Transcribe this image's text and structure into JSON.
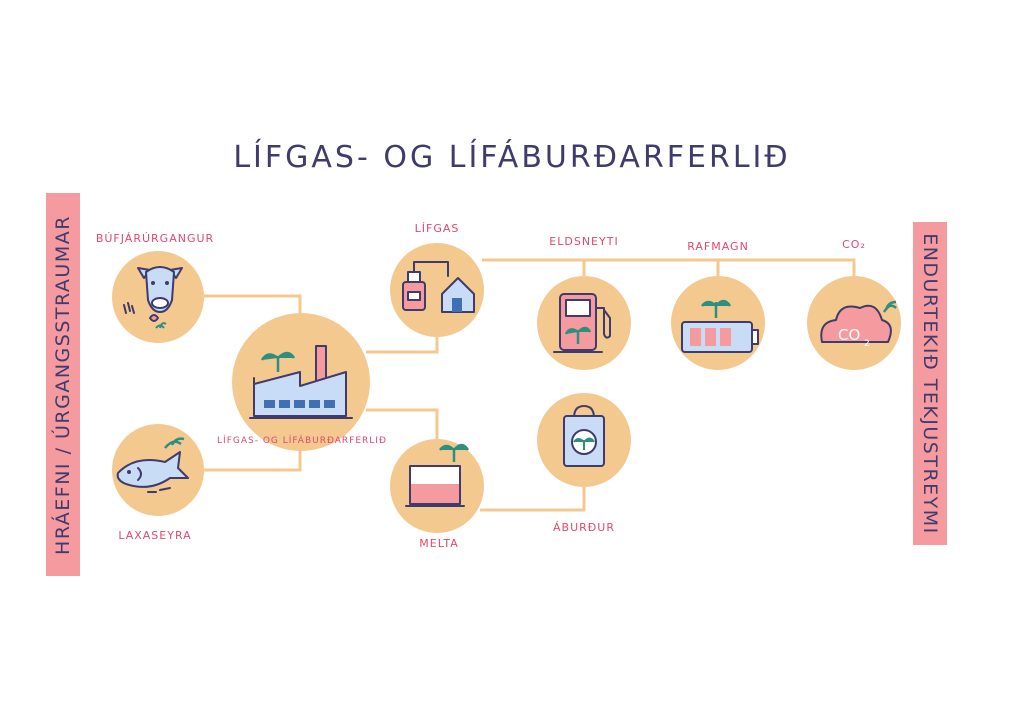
{
  "title": "LÍFGAS- OG LÍFÁBURÐARFERLIÐ",
  "left_bar_text": "HRÁEFNI / ÚRGANGSSTRAUMAR",
  "right_bar_text": "ENDURTEKIÐ TEKJUSTREYMI",
  "nodes": {
    "livestock": "BÚFJÁRÚRGANGUR",
    "fish": "LAXASEYRA",
    "plant": "LÍFGAS- OG LÍFÁBURÐARFERLIÐ",
    "biogas": "LÍFGAS",
    "digestate": "MELTA",
    "fuel": "ELDSNEYTI",
    "electricity": "RAFMAGN",
    "co2": "CO₂",
    "fertilizer": "ÁBURÐUR"
  },
  "colors": {
    "circle_fill": "#f4c98f",
    "connector": "#f4c98f",
    "accent_pink": "#f59a9f",
    "label_red": "#e0496c",
    "text_navy": "#3f3b6c",
    "icon_blue": "#c9dcf5",
    "icon_green": "#2f8f7f"
  }
}
